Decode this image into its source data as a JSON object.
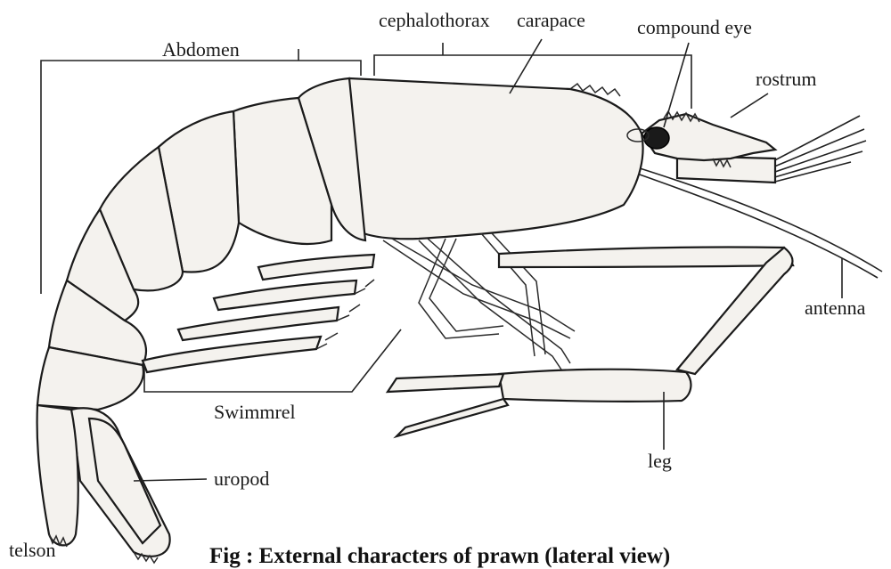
{
  "diagram": {
    "labels": {
      "abdomen": "Abdomen",
      "cephalothorax": "cephalothorax",
      "carapace": "carapace",
      "compound_eye": "compound eye",
      "rostrum": "rostrum",
      "antenna": "antenna",
      "swimmerel": "Swimmrel",
      "leg": "leg",
      "uropod": "uropod",
      "telson": "telson"
    },
    "caption": "Fig : External characters of prawn (lateral view)",
    "colors": {
      "ink": "#1b1b1b",
      "body_fill": "#f4f2ee",
      "stipple": "#555555"
    }
  }
}
